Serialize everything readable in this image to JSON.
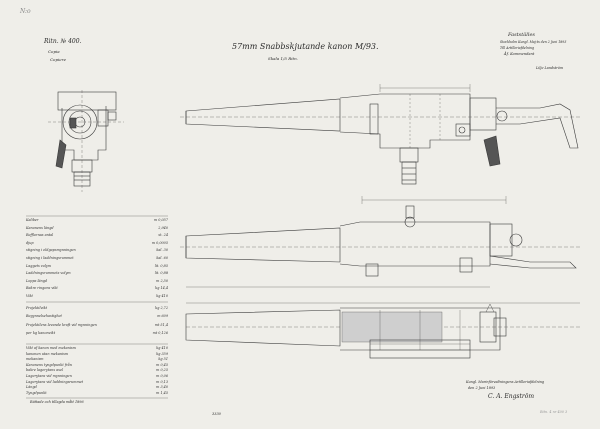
{
  "header": {
    "ref_number": "Ritn. № 400.",
    "ref_sub1": "Copia",
    "ref_sub2": "Copiere",
    "title": "57mm Snabbskjutande kanon M/93.",
    "scale": "Skala 1/5 Ritn.",
    "corner_mark": "N:o",
    "approval_title": "Fastställes",
    "approval_line1": "Stockholm Kungl. Maj:ts den 2 Juni 1893",
    "approval_line2": "Till Artilleriafdelning",
    "approval_line3": "Åf. Kommendant",
    "approval_sign": "Lilje Landström"
  },
  "specs": [
    {
      "label": "Kaliber",
      "value": "m 0,057"
    },
    {
      "label": "Kanonens längd",
      "value": "2,940"
    },
    {
      "label": "Refflornas antal",
      "value": "st. 24"
    },
    {
      "label": "djup",
      "value": "m 0,0005"
    },
    {
      "label": "stigning i eldgapsmynningen",
      "value": "kal. 30"
    },
    {
      "label": "stigning i laddningsrummet",
      "value": "kal. 60"
    },
    {
      "label": "Laggets volym",
      "value": "lit. 0,85"
    },
    {
      "label": "Laddningsrummets volym",
      "value": "lit. 0,88"
    },
    {
      "label": "Lopps längd",
      "value": "m 2,50"
    },
    {
      "label": "Bakre ringens vikt",
      "value": "kg 14,4"
    },
    {
      "label": "Vikt",
      "value": "kg 410"
    }
  ],
  "specs2": [
    {
      "label": "Projektilvikt",
      "value": "kg 2,72"
    },
    {
      "label": "Begynnelsehastighet",
      "value": "m 609"
    },
    {
      "label": "Projektilens levande kraft vid mynningen",
      "value": "mt 51,4"
    },
    {
      "label": "per kg kanonvikt",
      "value": "mt 0,126"
    }
  ],
  "specs3": [
    {
      "label": "Vikt af kanon med mekanism",
      "value": "kg 410"
    },
    {
      "label": "kanonen utan mekanism",
      "value": "kg 359"
    },
    {
      "label": "mekanism",
      "value": "kg 51"
    },
    {
      "label": "Kanonens tyngdpunkt från",
      "value": "m 0,45"
    },
    {
      "label": "bakre lagerytans axel",
      "value": "m 0,25"
    },
    {
      "label": "Lagerytans vid mynningen",
      "value": "m 0,06"
    },
    {
      "label": "Lagerytans vid laddningsrummet",
      "value": "m 0,13"
    },
    {
      "label": "Längd",
      "value": "m 3,40"
    },
    {
      "label": "Tyngdpunkt",
      "value": "m 1,45"
    }
  ],
  "footnote": "Rättade och tillagda mått 1896",
  "sheet_code": "3330",
  "bottom_sign_line1": "Kungl. Marinförvaltningens Artilleriafdelning",
  "bottom_sign_line2": "den 2 Juni 1893",
  "bottom_sign_name": "C. A. Engström",
  "corner_stamp": "Ritn. 4 nr 400 3"
}
